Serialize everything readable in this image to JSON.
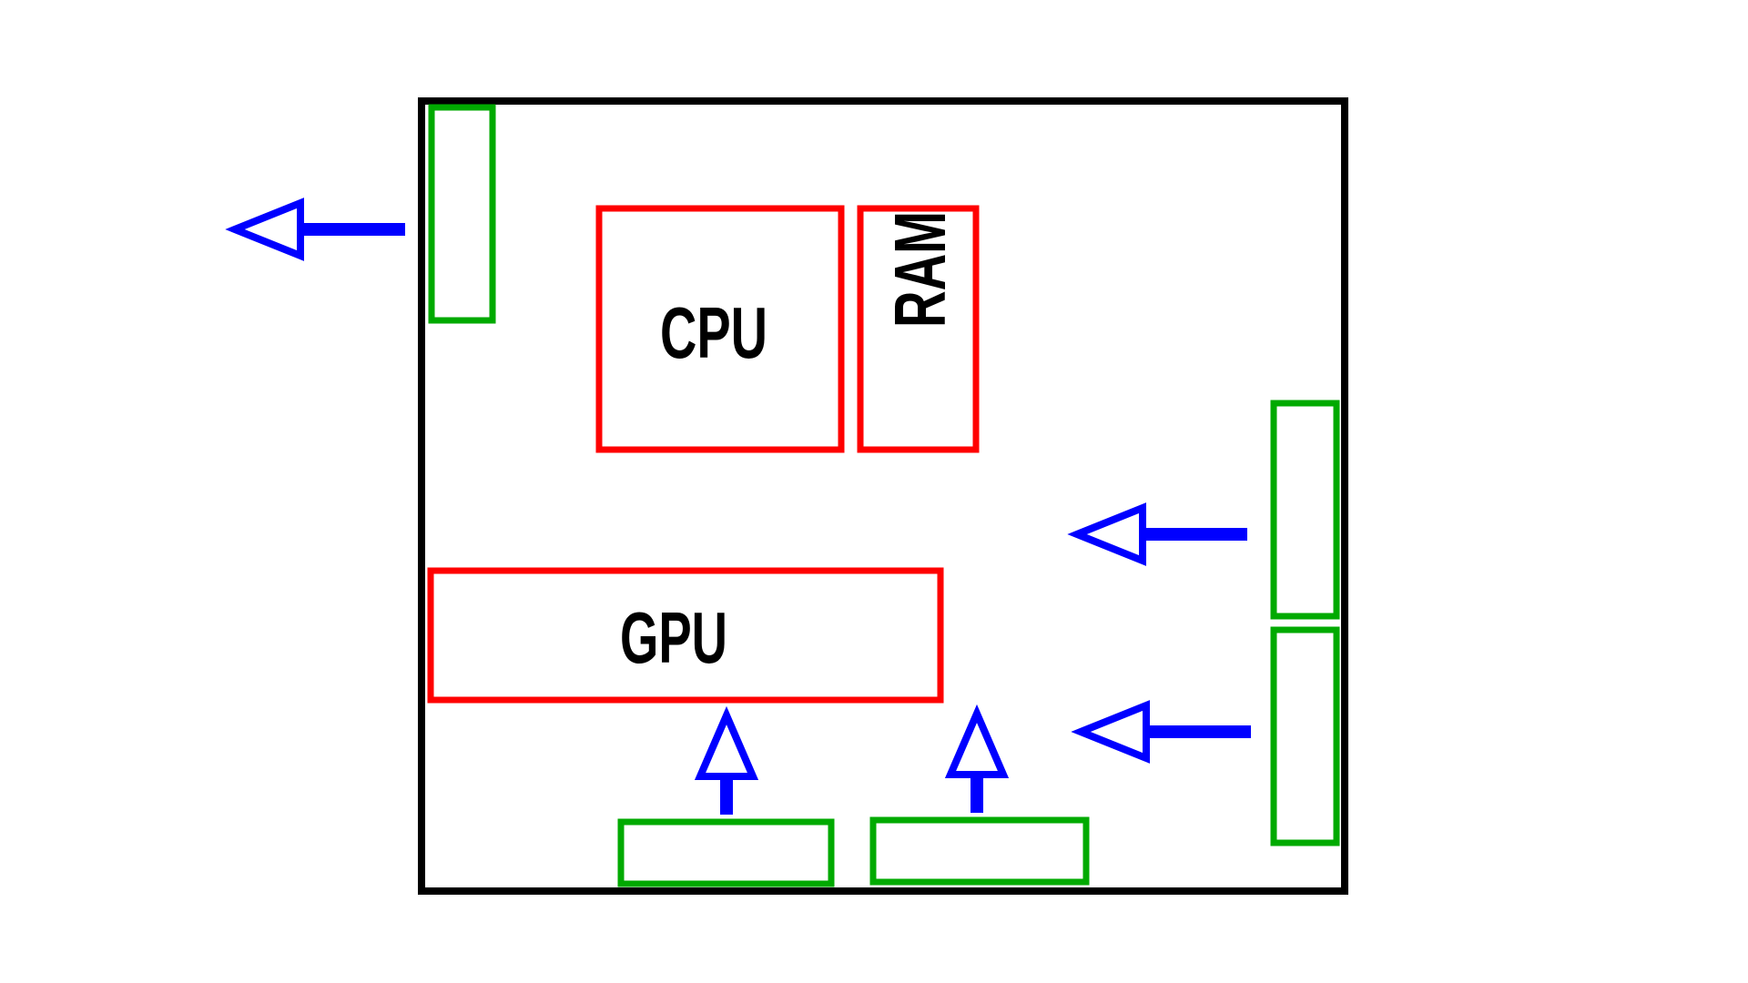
{
  "colors": {
    "case_border": "#000000",
    "component": "#ff0000",
    "fan": "#00aa00",
    "airflow_arrow": "#0000ff",
    "text": "#000000",
    "background": "#ffffff"
  },
  "components": {
    "cpu": {
      "label": "CPU"
    },
    "ram": {
      "label": "RAM"
    },
    "gpu": {
      "label": "GPU"
    }
  },
  "fans": {
    "exhaust_top_left": {
      "icon": "fan-slot"
    },
    "intake_right_upper": {
      "icon": "fan-slot"
    },
    "intake_right_lower": {
      "icon": "fan-slot"
    },
    "intake_bottom_left": {
      "icon": "fan-slot"
    },
    "intake_bottom_right": {
      "icon": "fan-slot"
    }
  },
  "arrows": {
    "exhaust_left": {
      "direction": "left",
      "icon": "arrow-left-icon"
    },
    "intake_right_upper": {
      "direction": "left",
      "icon": "arrow-left-icon"
    },
    "intake_right_lower": {
      "direction": "left",
      "icon": "arrow-left-icon"
    },
    "intake_bottom_left": {
      "direction": "up",
      "icon": "arrow-up-icon"
    },
    "intake_bottom_right": {
      "direction": "up",
      "icon": "arrow-up-icon"
    }
  }
}
